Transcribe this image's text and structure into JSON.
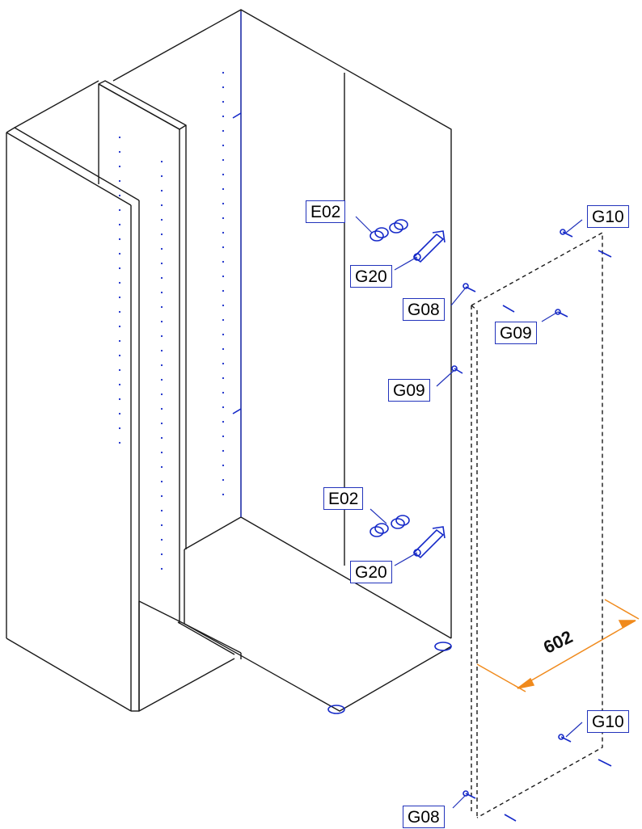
{
  "colors": {
    "line": "#1a1a1a",
    "hardware": "#1428c8",
    "callout_border": "#2233bb",
    "dimension": "#f08a1c"
  },
  "labels": {
    "e02_top": "E02",
    "g20_top": "G20",
    "g10_top": "G10",
    "g08_top": "G08",
    "g09_door": "G09",
    "g09_side": "G09",
    "e02_bottom": "E02",
    "g20_bottom": "G20",
    "g10_bottom": "G10",
    "g08_bottom": "G08"
  },
  "dimension": {
    "door_width": "602"
  }
}
